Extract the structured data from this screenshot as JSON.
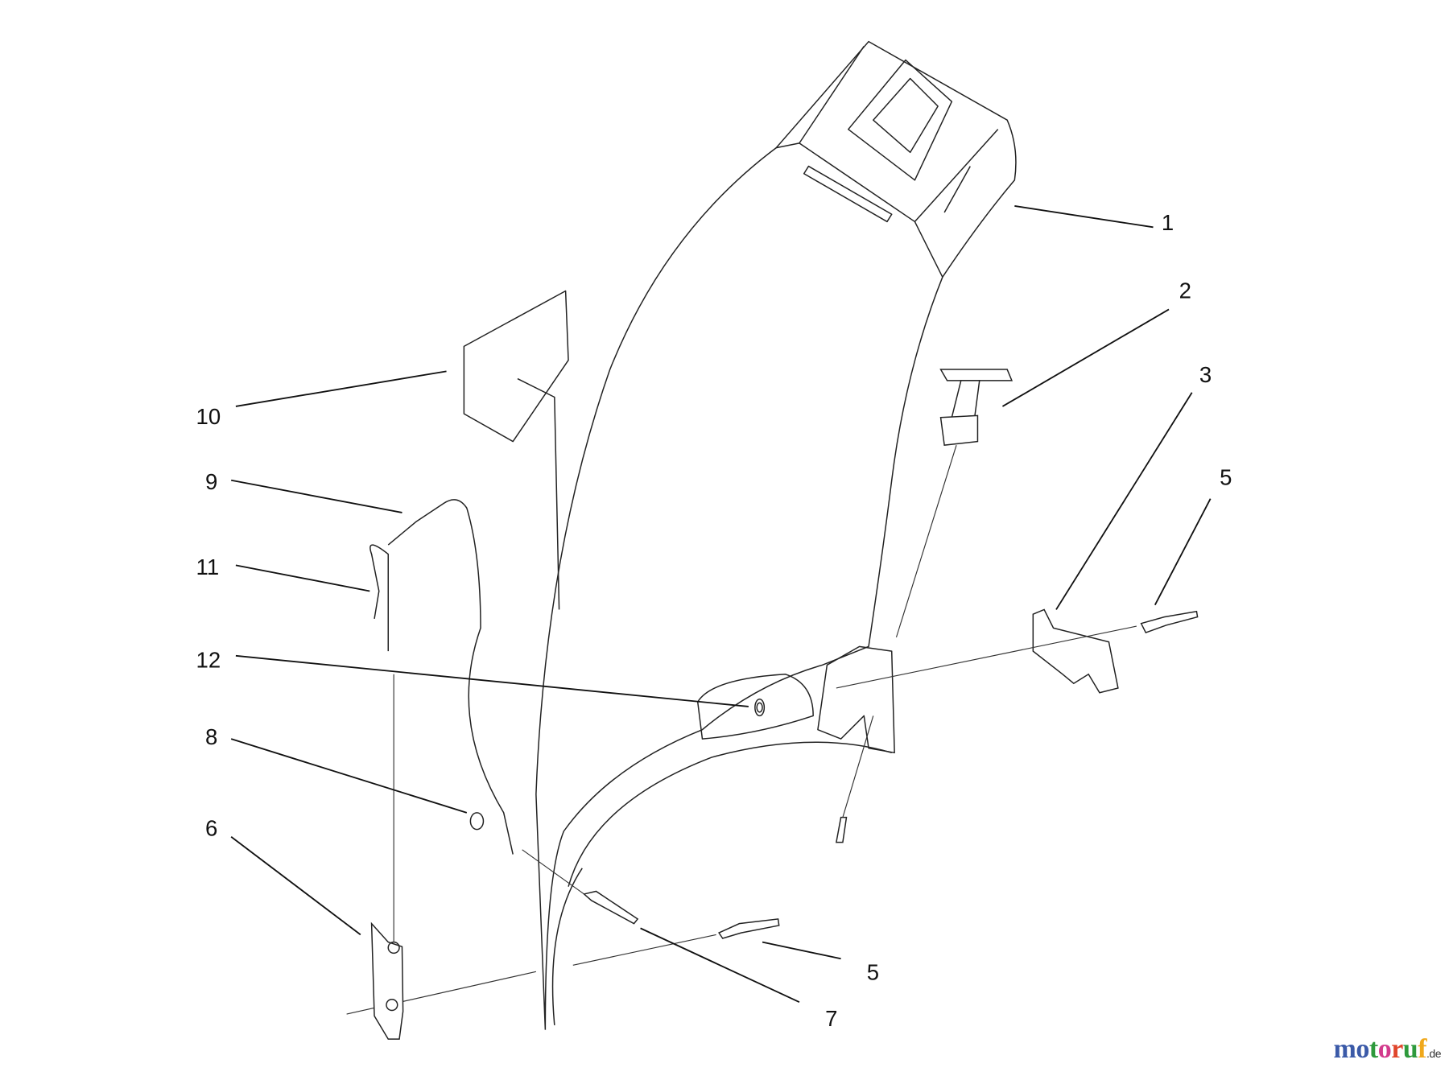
{
  "diagram": {
    "callouts": [
      {
        "label": "1"
      },
      {
        "label": "2"
      },
      {
        "label": "3"
      },
      {
        "label": "5"
      },
      {
        "label": "10"
      },
      {
        "label": "9"
      },
      {
        "label": "11"
      },
      {
        "label": "12"
      },
      {
        "label": "8"
      },
      {
        "label": "6"
      },
      {
        "label": "5"
      },
      {
        "label": "7"
      }
    ]
  },
  "watermark": {
    "text": "motoruf",
    "suffix": ".de",
    "letter_colors": [
      "#3b5aa8",
      "#3b5aa8",
      "#2e9a3c",
      "#d23a8c",
      "#e0452b",
      "#2e9a3c",
      "#f0a81a"
    ]
  }
}
